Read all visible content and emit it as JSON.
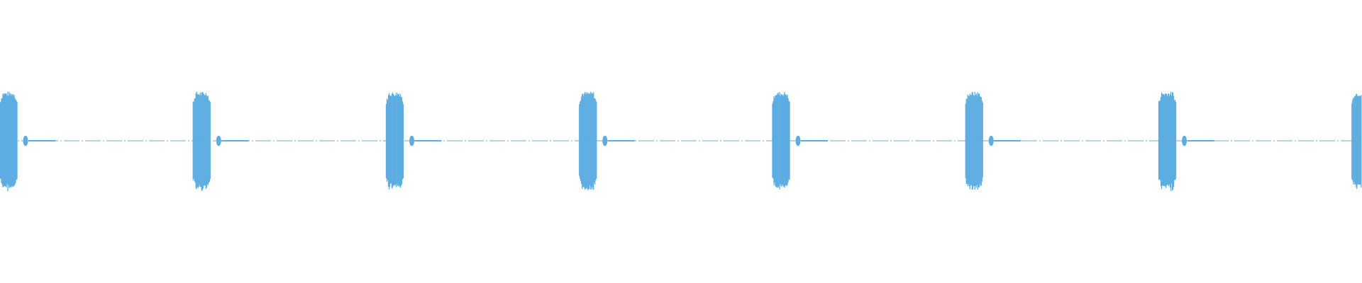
{
  "waveform": {
    "color": "#5dade2",
    "burst_count": 8,
    "burst_period_fraction": 0.1418,
    "burst_amplitude": 0.58,
    "pulse_amplitude": 0.06,
    "baseline_pattern": "dotted"
  }
}
